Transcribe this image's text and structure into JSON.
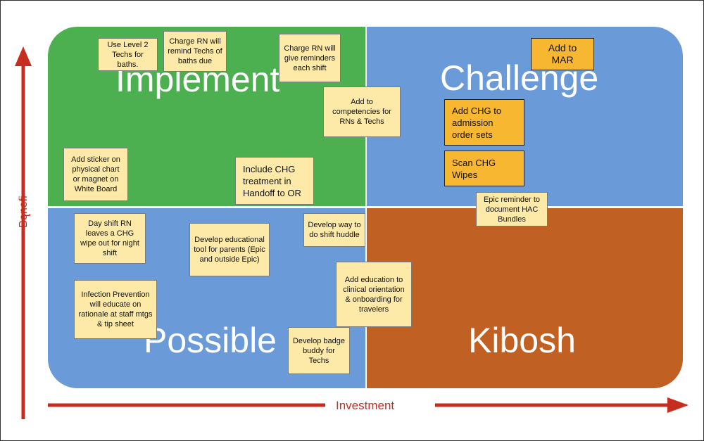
{
  "colors": {
    "implement": "#4caf50",
    "challenge": "#6a9bd8",
    "possible": "#6a9bd8",
    "kibosh": "#c06022",
    "sticky": "#fde9a8",
    "sticky_highlight": "#f7b731",
    "arrow": "#c62d1f"
  },
  "quadrants": {
    "implement": "Implement",
    "challenge": "Challenge",
    "possible": "Possible",
    "kibosh": "Kibosh"
  },
  "axes": {
    "y_label_line1": "Benefi",
    "y_label_line2": "t",
    "x_label": "Investment"
  },
  "notes": {
    "level2_techs": "Use Level 2 Techs for baths.",
    "charge_rn_remind": "Charge RN will remind Techs of baths due",
    "charge_rn_reminders": "Charge RN will give reminders each shift",
    "competencies": "Add to competencies for RNs & Techs",
    "sticker": "Add sticker on physical chart or magnet on White Board",
    "handoff": "Include CHG treatment in Handoff to OR",
    "add_mar": "Add to MAR",
    "order_sets": "Add CHG to admission order sets",
    "scan_wipes": "Scan CHG Wipes",
    "epic_reminder": "Epic reminder to document HAC Bundles",
    "day_shift": "Day shift RN leaves a CHG wipe out for night shift",
    "edu_tool": "Develop educational tool for parents (Epic and outside Epic)",
    "shift_huddle": "Develop way to do shift huddle",
    "infection_prev": "Infection Prevention will educate on rationale at staff mtgs & tip sheet",
    "clinical_orientation": "Add education to clinical orientation & onboarding for travelers",
    "badge_buddy": "Develop badge buddy for Techs"
  }
}
